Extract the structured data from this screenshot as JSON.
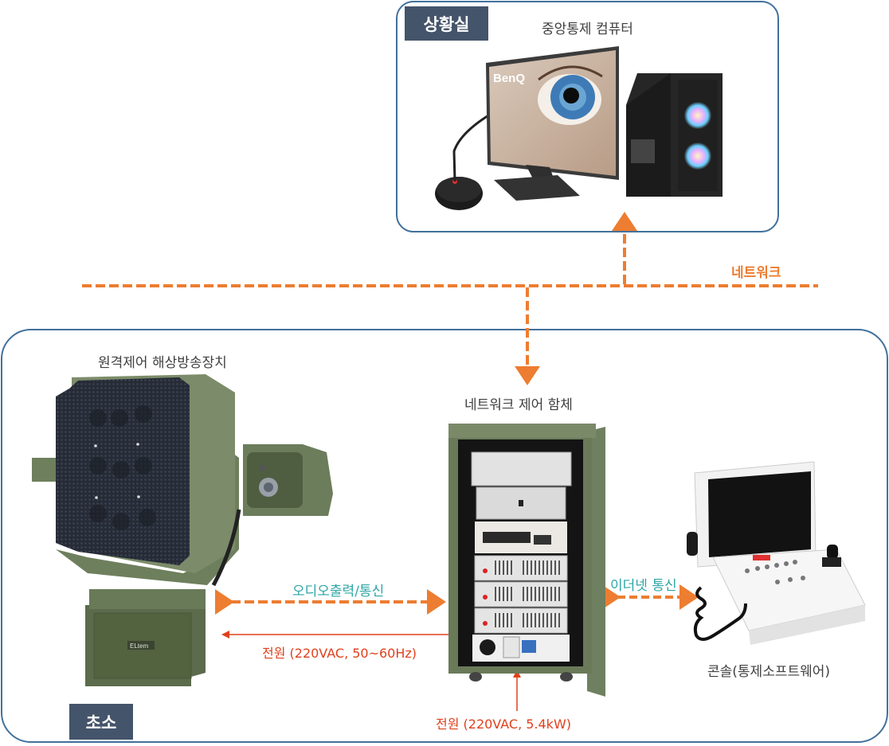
{
  "zones": {
    "control_room": {
      "tag": "상황실"
    },
    "post": {
      "tag": "초소"
    }
  },
  "devices": {
    "central_computer": {
      "caption": "중앙통제 컴퓨터",
      "monitor_brand": "BenQ"
    },
    "speaker_unit": {
      "caption": "원격제어 해상방송장치",
      "brand_plate": "ELtem"
    },
    "network_cabinet": {
      "caption": "네트워크 제어 함체"
    },
    "console": {
      "caption": "콘솔(통제소프트웨어)"
    }
  },
  "links": {
    "network": {
      "label": "네트워크"
    },
    "audio_comm": {
      "label": "오디오출력/통신"
    },
    "power_speaker": {
      "label": "전원 (220VAC, 50~60Hz)"
    },
    "ethernet": {
      "label": "이더넷 통신"
    },
    "power_cabinet": {
      "label": "전원 (220VAC, 5.4kW)"
    }
  },
  "colors": {
    "zone_border": "#41709c",
    "zone_tag": "#44546a",
    "network_line": "#ed7d31",
    "comm_label": "#2ea6a6",
    "power_line": "#e0401c",
    "equipment_green": "#5f7150"
  }
}
